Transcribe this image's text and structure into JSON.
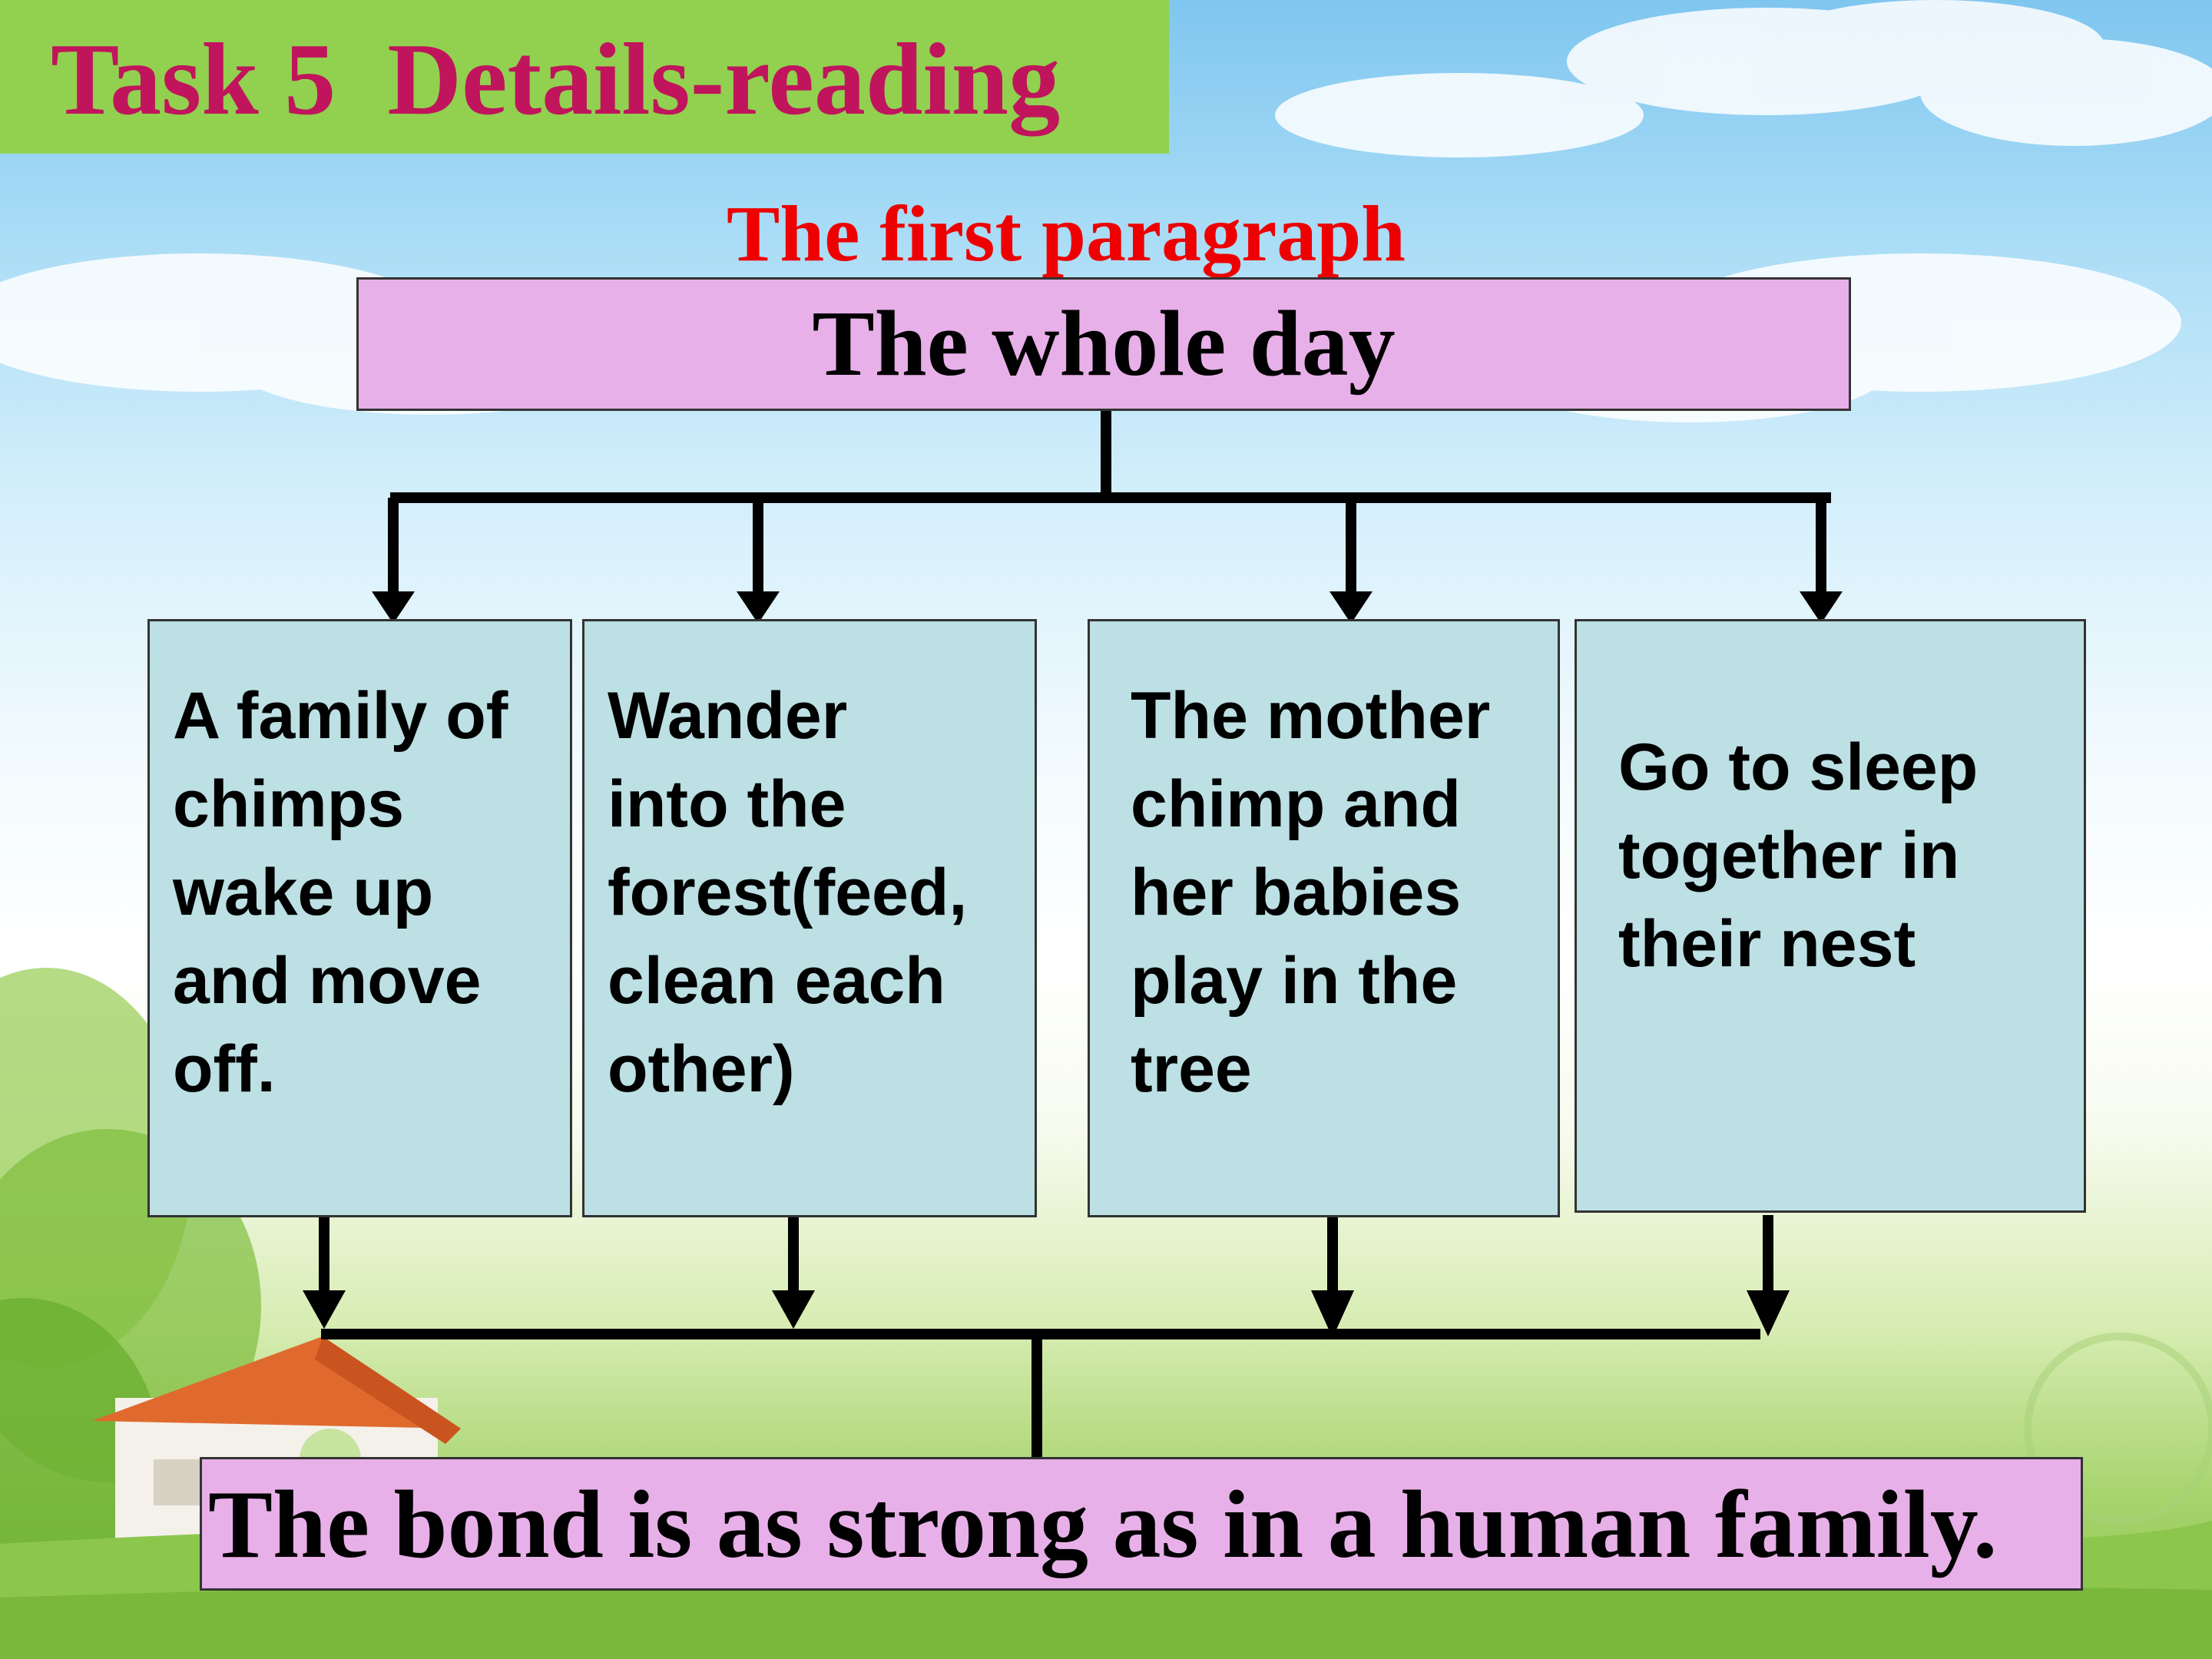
{
  "slide": {
    "title": "Task 5  Details-reading",
    "subtitle": "The first paragraph",
    "top_box": "The whole day",
    "cards": [
      {
        "lines": [
          "A family of",
          "chimps",
          "wake up",
          "and move",
          "off."
        ]
      },
      {
        "lines": [
          "Wander",
          "into the",
          "forest(feed,",
          "clean each",
          "other)"
        ]
      },
      {
        "lines": [
          "The mother",
          "chimp and",
          "her babies",
          "play in the",
          "tree"
        ]
      },
      {
        "lines": [
          "Go to sleep",
          "together in",
          "their nest"
        ]
      }
    ],
    "conclusion": "The bond is as strong as in a human family."
  },
  "colors": {
    "title_bar": "#92d050",
    "title_text": "#c0145c",
    "subtitle_text": "#ee0000",
    "pink_box": "#e8b0e8",
    "card_fill": "#bce0e4"
  }
}
